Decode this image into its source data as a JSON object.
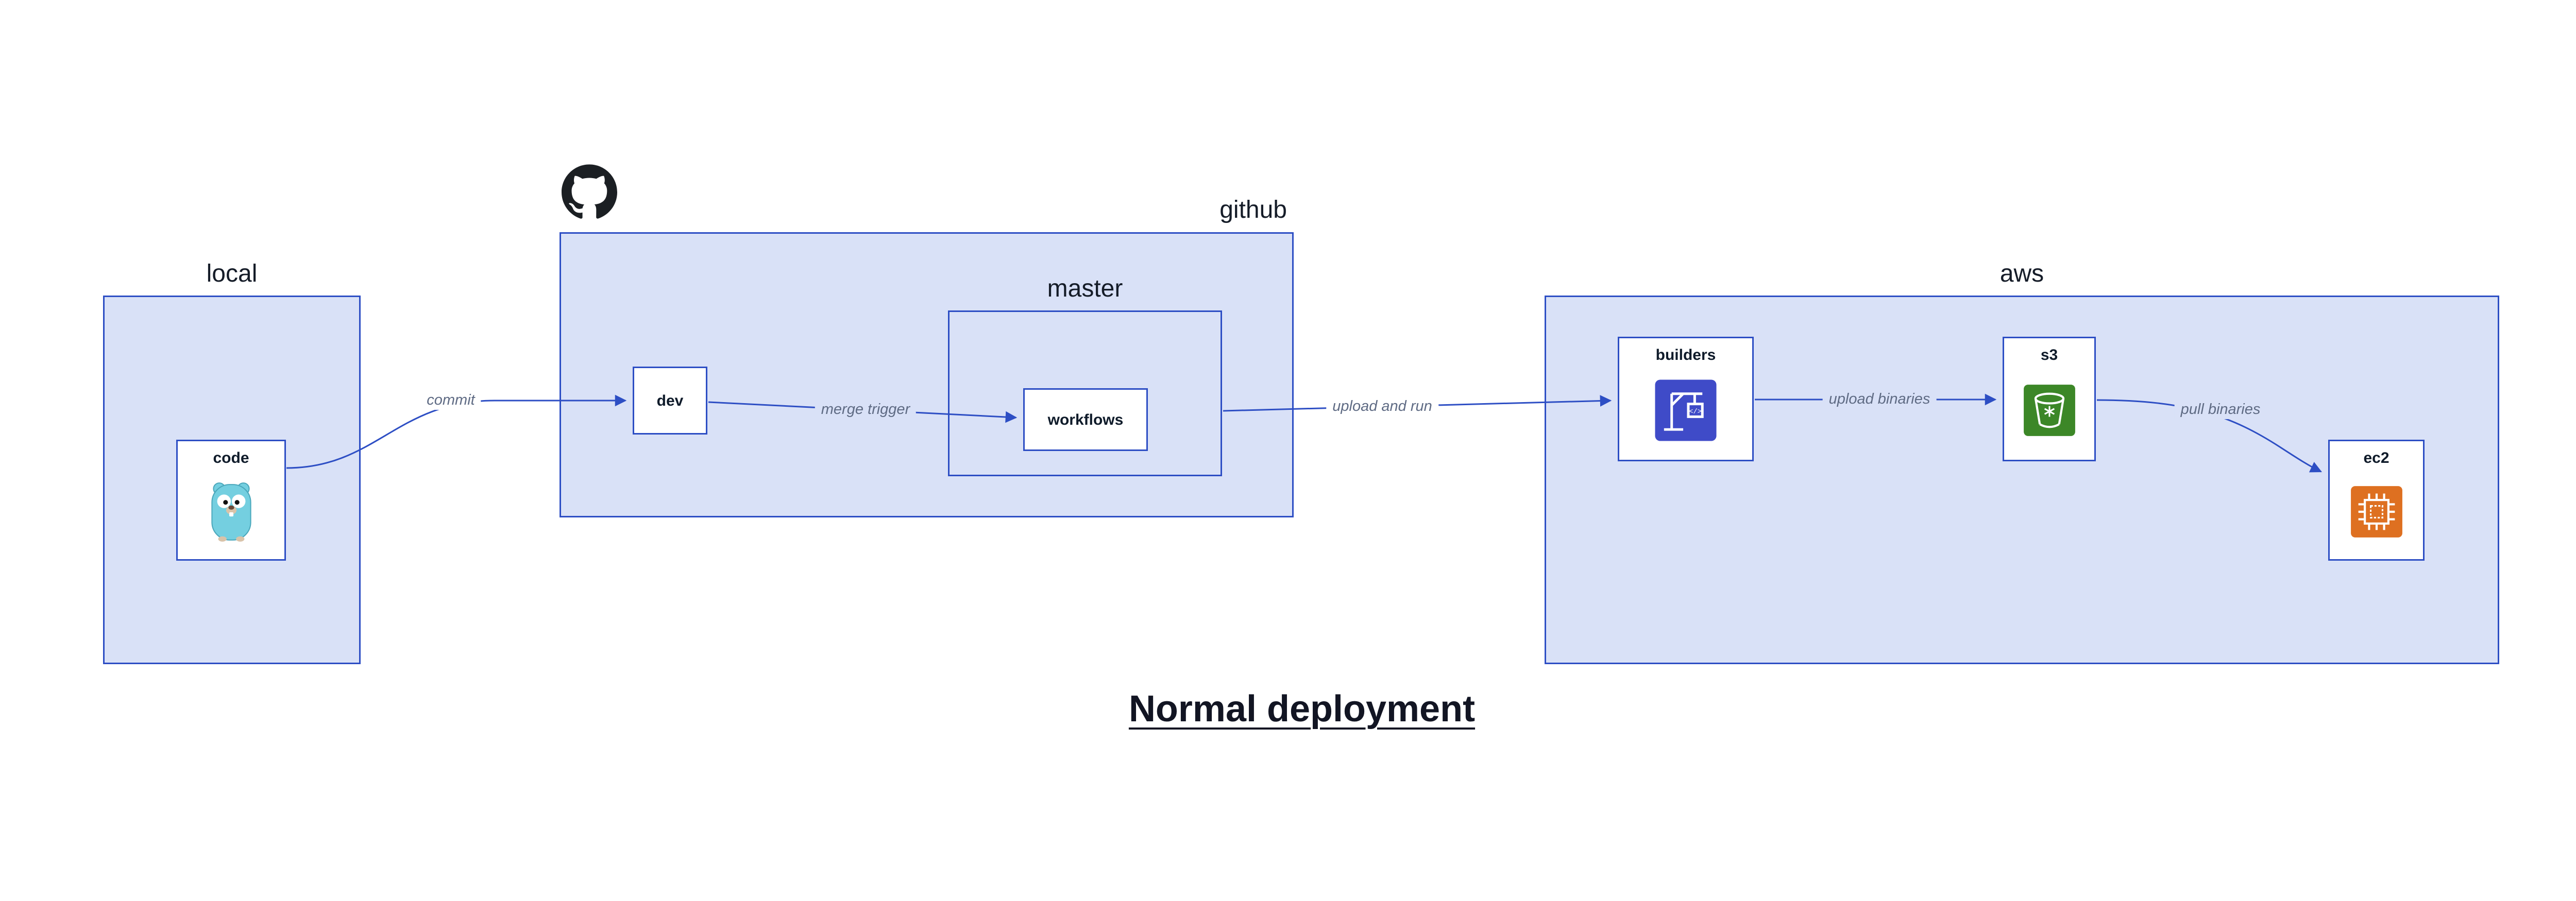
{
  "diagram": {
    "title": "Normal deployment"
  },
  "containers": {
    "local": {
      "label": "local"
    },
    "github": {
      "label": "github"
    },
    "master": {
      "label": "master"
    },
    "aws": {
      "label": "aws"
    }
  },
  "nodes": {
    "code": {
      "label": "code",
      "icon": "go-gopher-icon"
    },
    "dev": {
      "label": "dev"
    },
    "workflows": {
      "label": "workflows"
    },
    "builders": {
      "label": "builders",
      "icon": "crane-build-icon"
    },
    "s3": {
      "label": "s3",
      "icon": "s3-bucket-icon"
    },
    "ec2": {
      "label": "ec2",
      "icon": "ec2-chip-icon"
    }
  },
  "edges": [
    {
      "from": "code",
      "to": "dev",
      "label": "commit"
    },
    {
      "from": "dev",
      "to": "workflows",
      "label": "merge trigger"
    },
    {
      "from": "master",
      "to": "builders",
      "label": "upload and run"
    },
    {
      "from": "builders",
      "to": "s3",
      "label": "upload binaries"
    },
    {
      "from": "s3",
      "to": "ec2",
      "label": "pull binaries"
    }
  ],
  "icons": {
    "github_logo": "octocat-mark",
    "code_node": "go-gopher",
    "builders_node": "build-crane",
    "s3_node": "s3-bucket",
    "ec2_node": "ec2-chip"
  },
  "colors": {
    "container_fill": "#d9e1f7",
    "stroke_blue": "#2d4ec4",
    "edge_label_text": "#5f6b84",
    "builders_icon_bg": "#3f4bc8",
    "s3_icon_bg": "#3c8727",
    "ec2_icon_bg": "#de7021",
    "github_logo": "#1b1f23",
    "gopher_body": "#74cfe0"
  }
}
